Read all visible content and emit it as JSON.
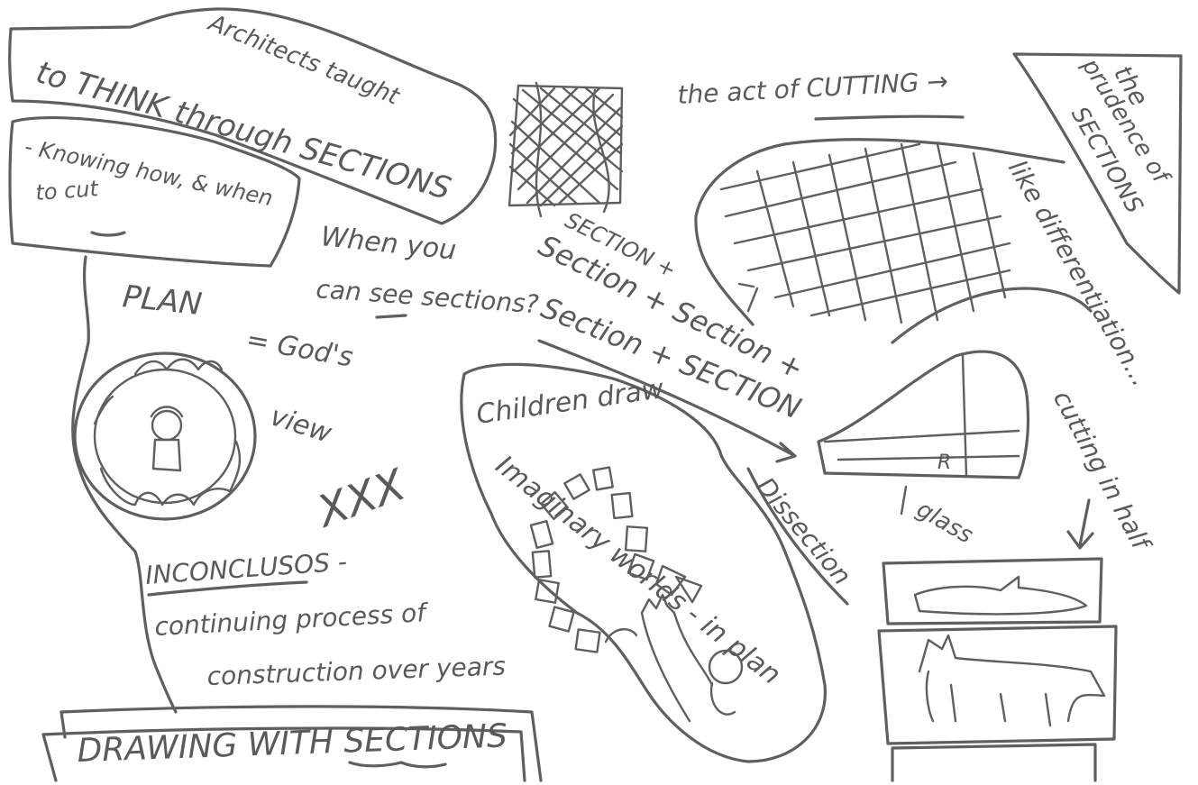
{
  "sketch": {
    "ink_color": "#5f5f5f",
    "background": "#ffffff",
    "texts": {
      "architects_taught": "Architects taught",
      "to_think": "to THINK through SECTIONS",
      "knowing_how": "- Knowing how, & when",
      "to_cut": "to cut",
      "when_you": "When you",
      "can_see": "can see sections?",
      "plan": "PLAN",
      "gods": "= God's",
      "view": "view",
      "xxx": "XXX",
      "inconclusos": "INCONCLUSOS -",
      "continuing": "continuing process of",
      "construction": "construction over years",
      "drawing_with_sections": "DRAWING WITH SECTIONS",
      "act_of_cutting": "the act of CUTTING →",
      "the_prudence": "the",
      "prudence_of": "prudence of",
      "sections_right": "SECTIONS",
      "like_differentiation": "like differentiation...",
      "section_plus": "SECTION +",
      "section_plus_section": "Section + Section +",
      "section_plus_SECTION": "Section + SECTION",
      "children_draw": "Children draw",
      "imaginary_worlds": "Imaginary worlds - in plan",
      "dissection": "Dissection",
      "glass": "glass",
      "cutting_in_half": "cutting in half"
    }
  }
}
